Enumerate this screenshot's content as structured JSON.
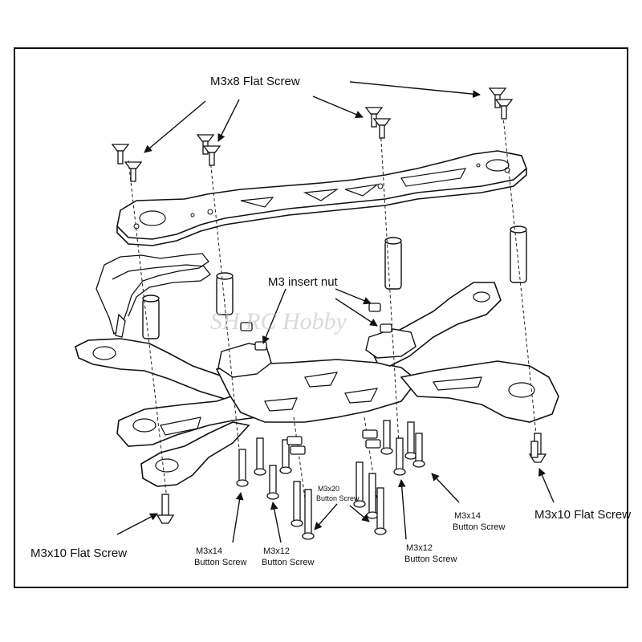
{
  "watermark": "SH RC Hobby",
  "labels": {
    "m3x8_flat": "M3x8 Flat Screw",
    "m3_insert_nut": "M3 insert nut",
    "m3x10_flat_left": "M3x10 Flat Screw",
    "m3x10_flat_right": "M3x10 Flat Screw",
    "m3x14_button_left": {
      "size": "M3x14",
      "type": "Button Screw"
    },
    "m3x12_button_left": {
      "size": "M3x12",
      "type": "Button Screw"
    },
    "m3x20_button": {
      "size": "M3x20",
      "type": "Button Screw"
    },
    "m3x12_button_right": {
      "size": "M3x12",
      "type": "Button Screw"
    },
    "m3x14_button_right": {
      "size": "M3x14",
      "type": "Button Screw"
    }
  }
}
